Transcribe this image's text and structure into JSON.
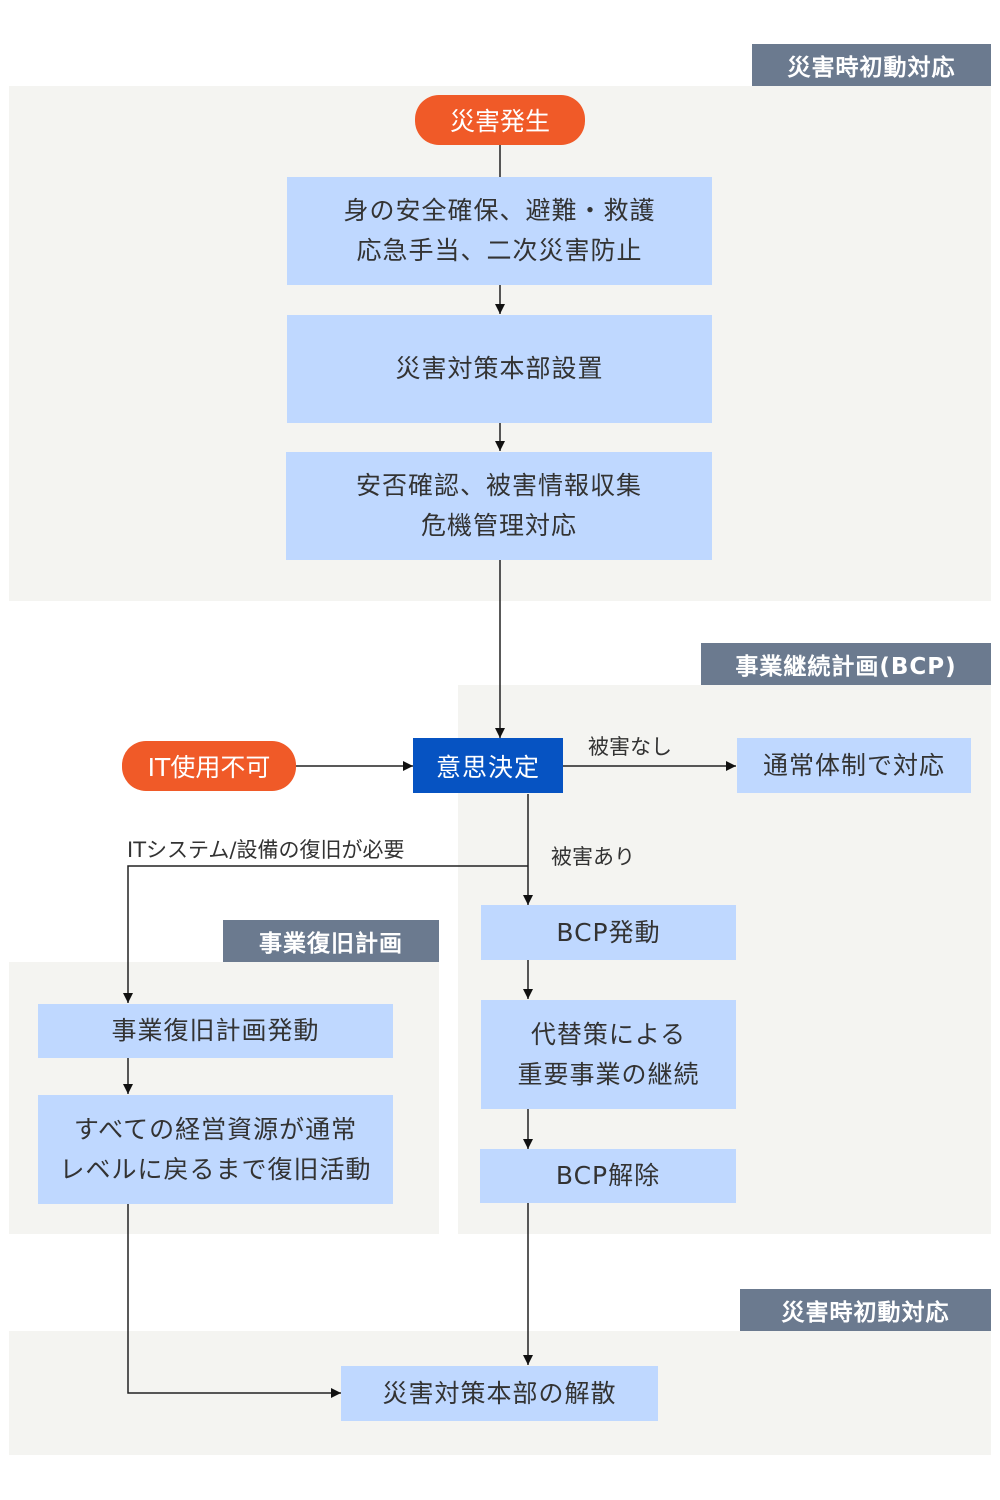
{
  "sections": {
    "initial_top": "災害時初動対応",
    "bcp": "事業継続計画(BCP)",
    "recovery": "事業復旧計画",
    "initial_bottom": "災害時初動対応"
  },
  "nodes": {
    "disaster": "災害発生",
    "safety": [
      "身の安全確保、避難・救護",
      "応急手当、二次災害防止"
    ],
    "hq_setup": "災害対策本部設置",
    "confirm": [
      "安否確認、被害情報収集",
      "危機管理対応"
    ],
    "it_unavailable": "IT使用不可",
    "decision": "意思決定",
    "normal": "通常体制で対応",
    "bcp_activate": "BCP発動",
    "continue": [
      "代替策による",
      "重要事業の継続"
    ],
    "bcp_release": "BCP解除",
    "recovery_activate": "事業復旧計画発動",
    "recovery_activity": [
      "すべての経営資源が通常",
      "レベルに戻るまで復旧活動"
    ],
    "hq_dissolve": "災害対策本部の解散"
  },
  "edge_labels": {
    "no_damage": "被害なし",
    "damage": "被害あり",
    "it_recovery": "ITシステム/設備の復旧が必要"
  },
  "colors": {
    "panel": "#f4f4f1",
    "tag": "#6b7a8f",
    "box": "#bfd8ff",
    "terminal": "#f05a28",
    "decision": "#0653c2"
  }
}
